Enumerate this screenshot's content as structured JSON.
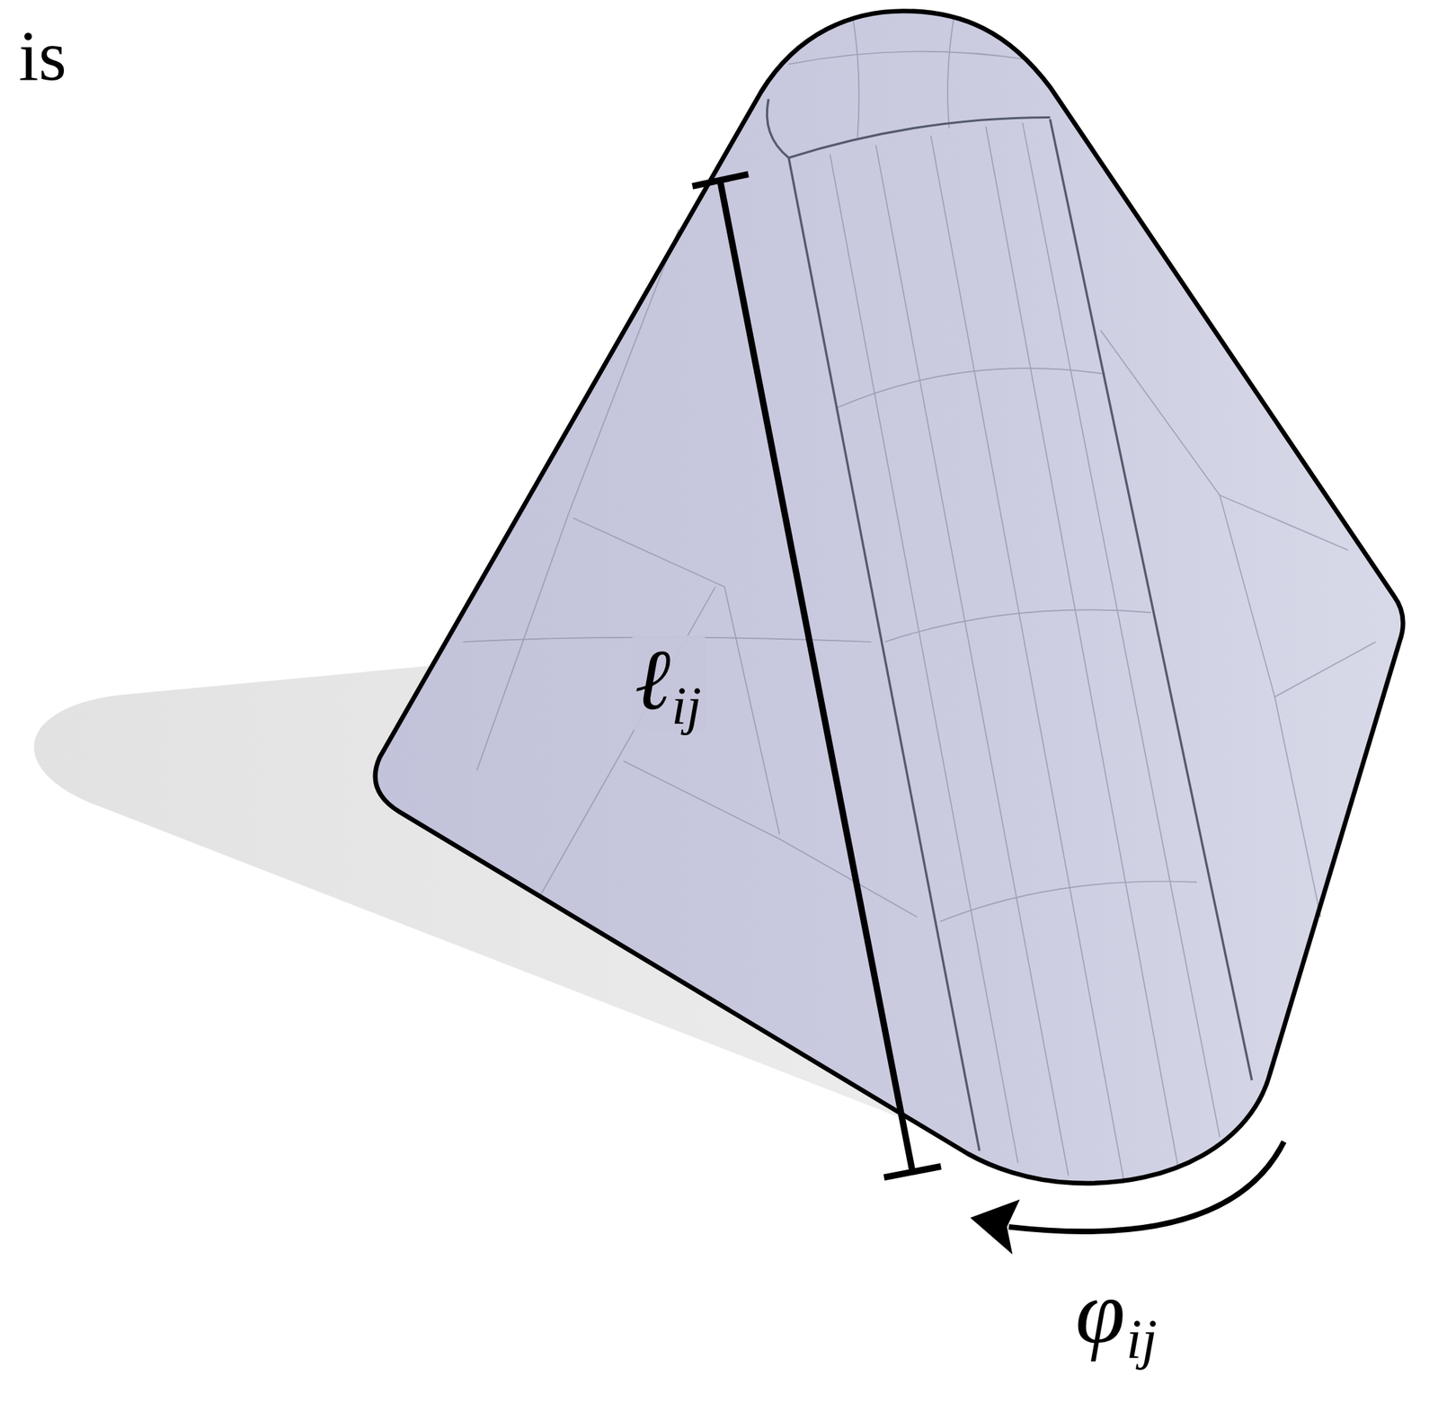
{
  "diagram": {
    "labels": [
      "is",
      "ℓij",
      "φij"
    ]
  }
}
